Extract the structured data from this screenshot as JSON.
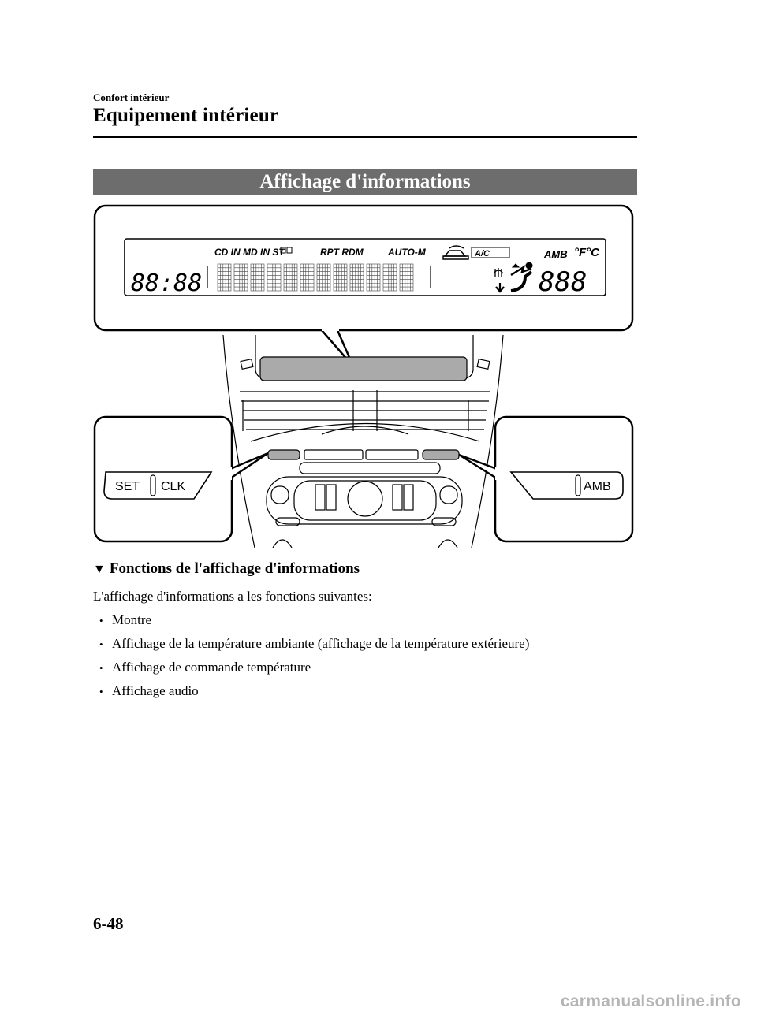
{
  "header": {
    "section": "Confort intérieur",
    "title": "Equipement intérieur"
  },
  "banner": "Affichage d'informations",
  "figure": {
    "display": {
      "clock": "88:88",
      "source_labels": "CD IN MD IN ST",
      "rpt_rdm": "RPT  RDM",
      "auto_m": "AUTO-M",
      "ac": "A/C",
      "amb": "AMB",
      "units": "°F°C",
      "temp_digits": "888"
    },
    "left_callout": {
      "set": "SET",
      "clk": "CLK"
    },
    "right_callout": {
      "amb": "AMB"
    }
  },
  "content": {
    "subheading": "Fonctions de l'affichage d'informations",
    "subheading_marker": "▼",
    "intro": "L'affichage d'informations a les fonctions suivantes:",
    "bullet_char": "•",
    "bullets": [
      "Montre",
      "Affichage de la température ambiante (affichage de la température extérieure)",
      "Affichage de commande température",
      "Affichage audio"
    ]
  },
  "footer": {
    "page_number": "6-48",
    "watermark": "carmanualsonline.info"
  }
}
